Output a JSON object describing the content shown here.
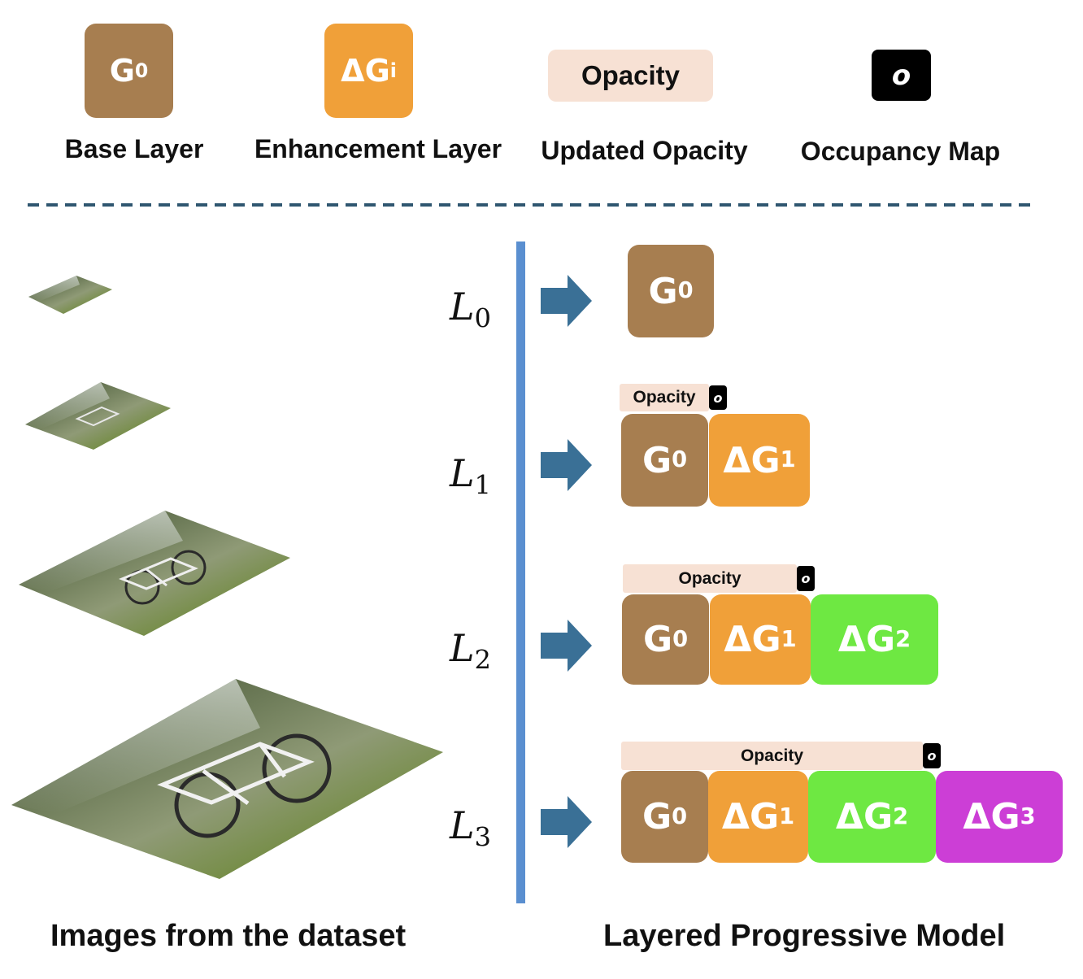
{
  "legend": {
    "base": {
      "symbol": "G",
      "sub": "0",
      "label": "Base Layer"
    },
    "enhancement": {
      "symbol": "ΔG",
      "sub": "i",
      "label": "Enhancement Layer"
    },
    "opacity": {
      "symbol": "Opacity",
      "label": "Updated Opacity"
    },
    "occupancy": {
      "symbol": "o",
      "label": "Occupancy Map"
    }
  },
  "levels": [
    {
      "label": "L",
      "sub": "0",
      "opacity": "",
      "occupancy": "",
      "blocks": [
        {
          "symbol": "G",
          "sub": "0"
        }
      ]
    },
    {
      "label": "L",
      "sub": "1",
      "opacity": "Opacity",
      "occupancy": "o",
      "blocks": [
        {
          "symbol": "G",
          "sub": "0"
        },
        {
          "symbol": "ΔG",
          "sub": "1"
        }
      ]
    },
    {
      "label": "L",
      "sub": "2",
      "opacity": "Opacity",
      "occupancy": "o",
      "blocks": [
        {
          "symbol": "G",
          "sub": "0"
        },
        {
          "symbol": "ΔG",
          "sub": "1"
        },
        {
          "symbol": "ΔG",
          "sub": "2"
        }
      ]
    },
    {
      "label": "L",
      "sub": "3",
      "opacity": "Opacity",
      "occupancy": "o",
      "blocks": [
        {
          "symbol": "G",
          "sub": "0"
        },
        {
          "symbol": "ΔG",
          "sub": "1"
        },
        {
          "symbol": "ΔG",
          "sub": "2"
        },
        {
          "symbol": "ΔG",
          "sub": "3"
        }
      ]
    }
  ],
  "captions": {
    "left": "Images from the dataset",
    "right": "Layered Progressive Model"
  },
  "colors": {
    "base": "#a77e50",
    "delta1": "#f0a039",
    "delta2": "#6ee842",
    "delta3": "#cc3ed6",
    "opacity": "#f7e1d4",
    "arrow": "#3a7096",
    "divider": "#5a8fd0",
    "dashed": "#2f5670"
  }
}
